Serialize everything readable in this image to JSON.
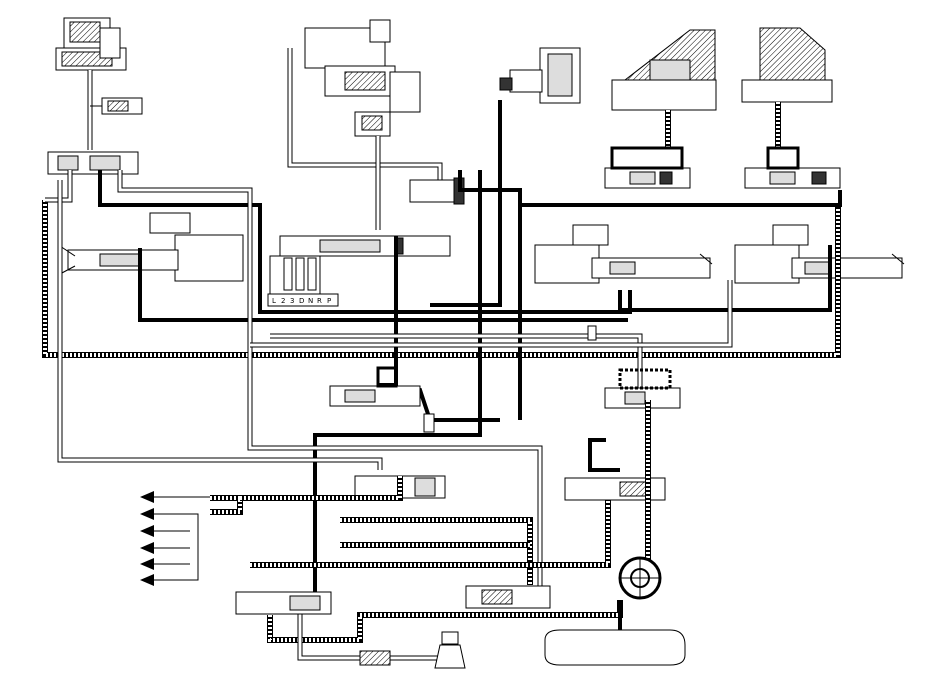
{
  "diagram": {
    "selector_labels": [
      "L",
      "2",
      "3",
      "D",
      "N",
      "R",
      "P"
    ],
    "output_arrow_count": 6
  }
}
